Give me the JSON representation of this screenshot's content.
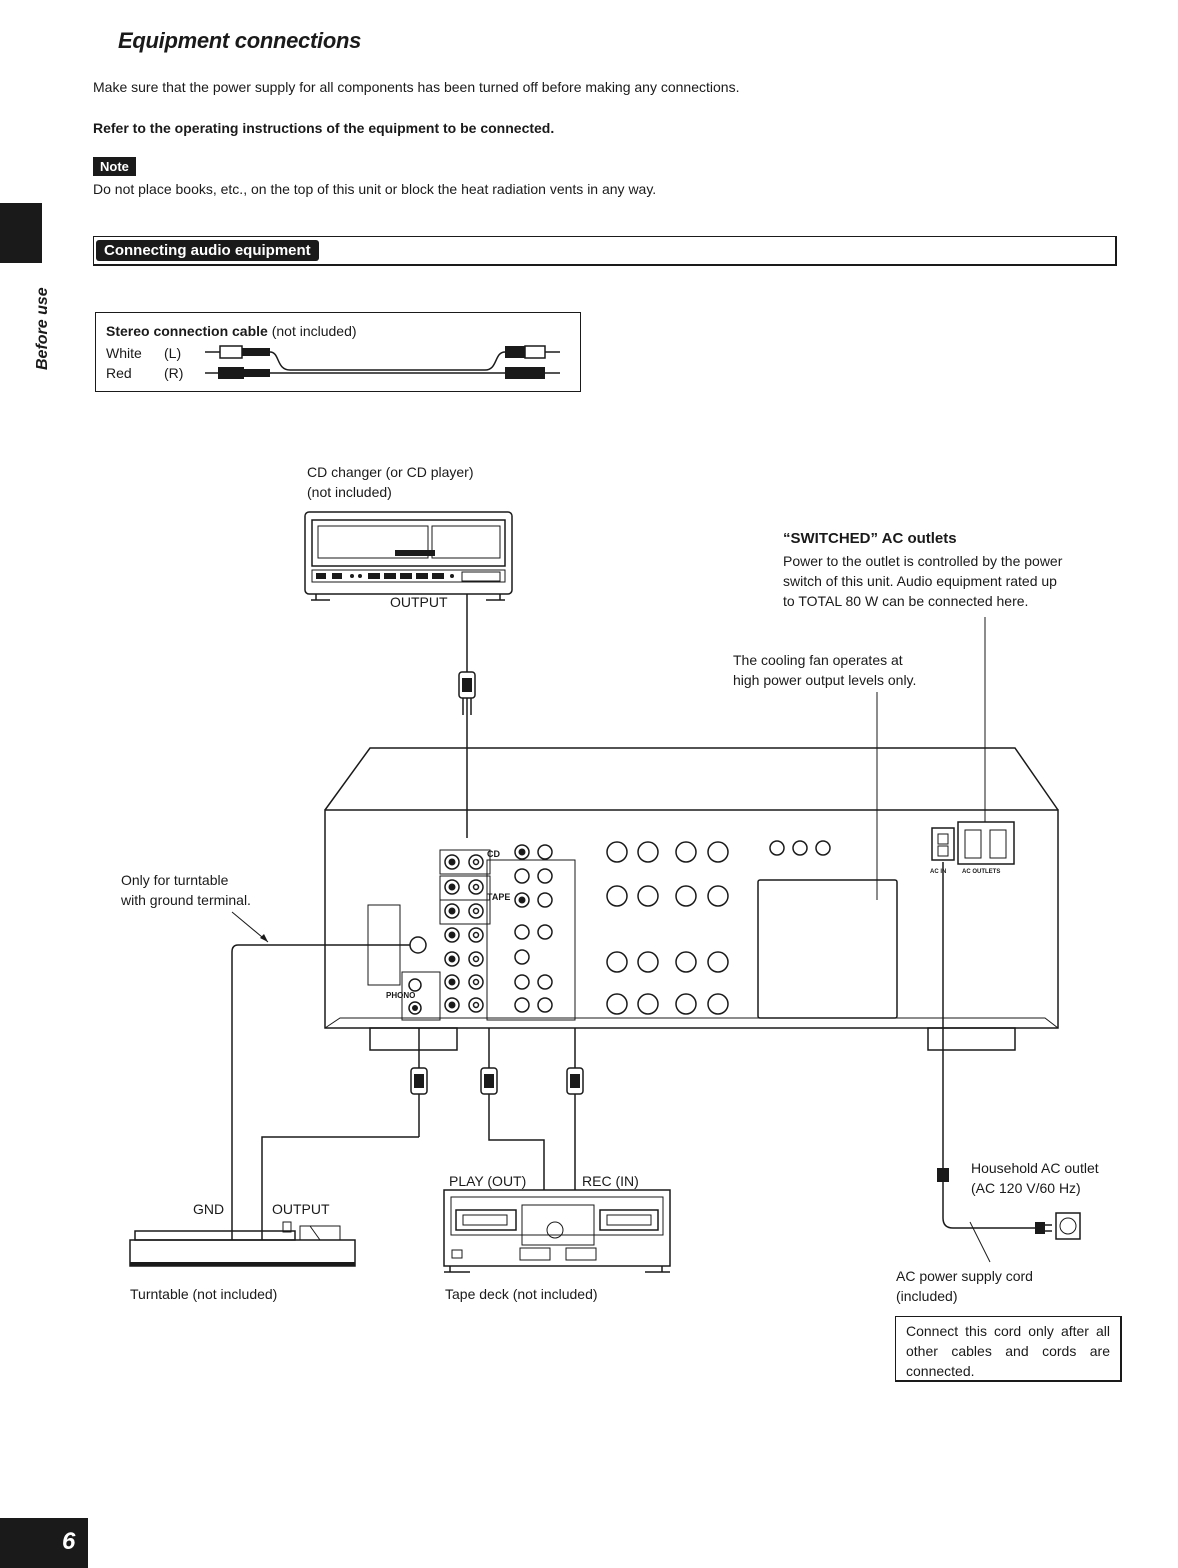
{
  "page": {
    "title": "Equipment connections",
    "intro": "Make sure that the power supply for all components has been turned off before making any connections.",
    "refer": "Refer to the operating instructions of the equipment to be connected.",
    "note_badge": "Note",
    "note_text": "Do not place books, etc., on the top of this unit or block the heat radiation vents in any way.",
    "side_label": "Before use",
    "section_title": "Connecting audio equipment",
    "page_number": "6"
  },
  "cable": {
    "name": "Stereo connection cable",
    "qualifier": "(not included)",
    "white_label": "White",
    "white_channel": "(L)",
    "red_label": "Red",
    "red_channel": "(R)"
  },
  "diagram": {
    "cd_name": "CD changer (or CD player)",
    "cd_sub": "(not included)",
    "cd_output": "OUTPUT",
    "switched_title": "“SWITCHED” AC outlets",
    "switched_l1": "Power to the outlet is controlled by the power",
    "switched_l2": "switch of this unit. Audio equipment rated up",
    "switched_l3": "to TOTAL 80 W can be connected here.",
    "fan_l1": "The cooling fan operates at",
    "fan_l2": "high power output levels only.",
    "turntable_note_l1": "Only for turntable",
    "turntable_note_l2": "with ground terminal.",
    "gnd": "GND",
    "tt_output": "OUTPUT",
    "turntable": "Turntable (not included)",
    "play_out": "PLAY (OUT)",
    "rec_in": "REC (IN)",
    "tape_deck": "Tape deck (not included)",
    "household_l1": "Household AC outlet",
    "household_l2": "(AC 120 V/60 Hz)",
    "cord_l1": "AC power supply cord",
    "cord_l2": "(included)",
    "warning": "Connect this cord only after all other cables and cords are connected.",
    "panel_cd": "CD",
    "panel_tape": "TAPE",
    "panel_phono": "PHONO",
    "panel_ac_in": "AC IN",
    "panel_ac_outlets": "AC OUTLETS"
  }
}
